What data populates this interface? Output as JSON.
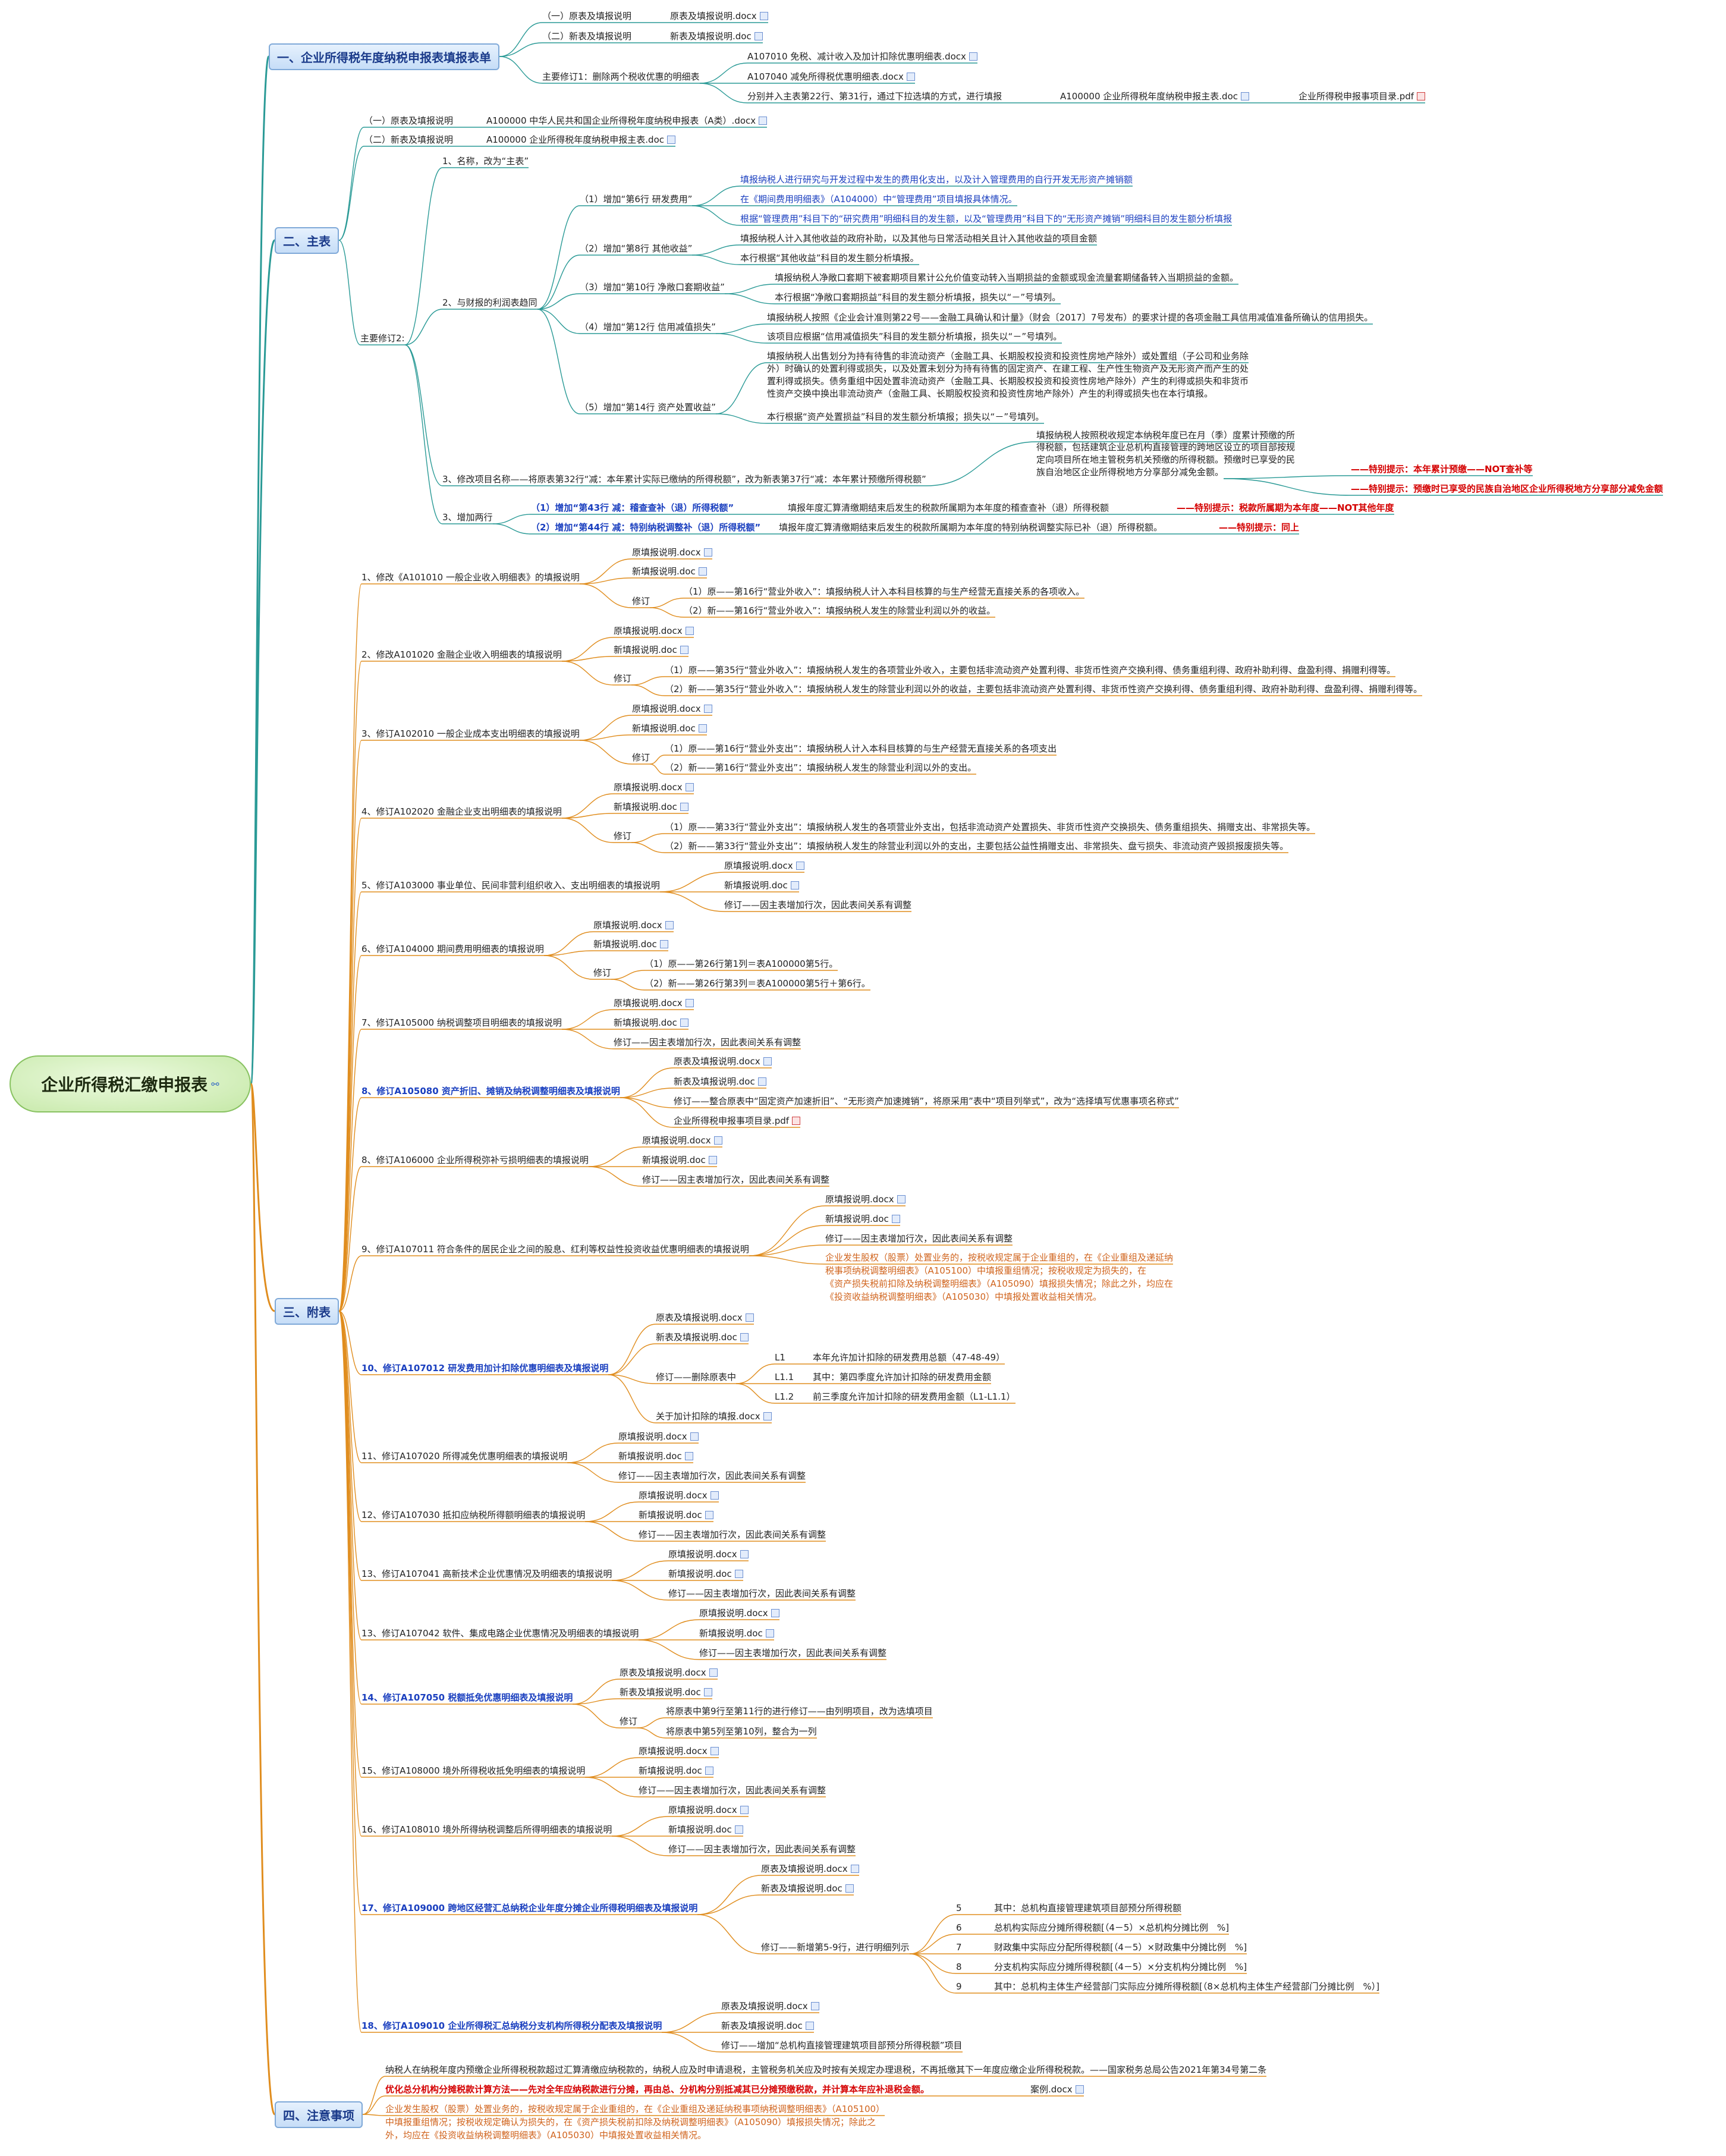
{
  "root": "企业所得税汇缴申报表",
  "sections": [
    {
      "id": "s1",
      "label": "一、企业所得税年度纳税申报表填报表单"
    },
    {
      "id": "s2",
      "label": "二、主表"
    },
    {
      "id": "s3",
      "label": "三、附表"
    },
    {
      "id": "s4",
      "label": "四、注意事项"
    }
  ],
  "nodes": [
    {
      "id": "n1",
      "text": "（一）原表及填报说明"
    },
    {
      "id": "n2",
      "text": "原表及填报说明.docx"
    },
    {
      "id": "n3",
      "text": "（二）新表及填报说明"
    },
    {
      "id": "n4",
      "text": "新表及填报说明.doc"
    },
    {
      "id": "n5",
      "text": "主要修订1：删除两个税收优惠的明细表"
    },
    {
      "id": "n6",
      "text": "A107010 免税、减计收入及加计扣除优惠明细表.docx"
    },
    {
      "id": "n7",
      "text": "A107040 减免所得税优惠明细表.docx"
    },
    {
      "id": "n8",
      "text": "分别并入主表第22行、第31行，通过下拉选填的方式，进行填报"
    },
    {
      "id": "n9",
      "text": "A100000 企业所得税年度纳税申报主表.doc"
    },
    {
      "id": "n10",
      "text": "企业所得税申报事项目录.pdf"
    },
    {
      "id": "m1",
      "text": "（一）原表及填报说明"
    },
    {
      "id": "m2",
      "text": "A100000 中华人民共和国企业所得税年度纳税申报表（A类）.docx"
    },
    {
      "id": "m3",
      "text": "（二）新表及填报说明"
    },
    {
      "id": "m4",
      "text": "A100000 企业所得税年度纳税申报主表.doc"
    },
    {
      "id": "m5",
      "text": "主要修订2:"
    },
    {
      "id": "m6",
      "text": "1、名称，改为“主表”"
    },
    {
      "id": "m7",
      "text": "2、与财报的利润表趋同"
    },
    {
      "id": "m8",
      "text": "（1）增加“第6行 研发费用”"
    },
    {
      "id": "m9",
      "text": "填报纳税人进行研究与开发过程中发生的费用化支出，以及计入管理费用的自行开发无形资产摊销额"
    },
    {
      "id": "m10",
      "text": "在《期间费用明细表》（A104000）中“管理费用”项目填报具体情况。"
    },
    {
      "id": "m11",
      "text": "根据“管理费用”科目下的“研究费用”明细科目的发生额，以及“管理费用”科目下的“无形资产摊销”明细科目的发生额分析填报"
    },
    {
      "id": "m12",
      "text": "（2）增加“第8行 其他收益”"
    },
    {
      "id": "m13",
      "text": "填报纳税人计入其他收益的政府补助，以及其他与日常活动相关且计入其他收益的项目金额"
    },
    {
      "id": "m14",
      "text": "本行根据“其他收益”科目的发生额分析填报。"
    },
    {
      "id": "m15",
      "text": "（3）增加“第10行 净敞口套期收益”"
    },
    {
      "id": "m16",
      "text": "填报纳税人净敞口套期下被套期项目累计公允价值变动转入当期损益的金额或现金流量套期储备转入当期损益的金额。"
    },
    {
      "id": "m17",
      "text": "本行根据“净敞口套期损益”科目的发生额分析填报，损失以“－”号填列。"
    },
    {
      "id": "m18",
      "text": "（4）增加“第12行 信用减值损失”"
    },
    {
      "id": "m19",
      "text": "填报纳税人按照《企业会计准则第22号——金融工具确认和计量》（财会〔2017〕7号发布）的要求计提的各项金融工具信用减值准备所确认的信用损失。"
    },
    {
      "id": "m20",
      "text": "该项目应根据“信用减值损失”科目的发生额分析填报，损失以“－”号填列。"
    },
    {
      "id": "m21",
      "text": "（5）增加“第14行 资产处置收益”"
    },
    {
      "id": "m22a",
      "text": "填报纳税人出售划分为持有待售的非流动资产（金融工具、长期股权投资和投资性房地产除外）或处置组（子公司和业务除"
    },
    {
      "id": "m22b",
      "text": "外）时确认的处置利得或损失，以及处置未划分为持有待售的固定资产、在建工程、生产性生物资产及无形资产而产生的处"
    },
    {
      "id": "m22c",
      "text": "置利得或损失。债务重组中因处置非流动资产（金融工具、长期股权投资和投资性房地产除外）产生的利得或损失和非货币"
    },
    {
      "id": "m22d",
      "text": "性资产交换中换出非流动资产（金融工具、长期股权投资和投资性房地产除外）产生的利得或损失也在本行填报。"
    },
    {
      "id": "m23",
      "text": "本行根据“资产处置损益”科目的发生额分析填报；损失以“－”号填列。"
    },
    {
      "id": "m24",
      "text": "3、修改项目名称——将原表第32行“减：本年累计实际已缴纳的所得税额”，改为新表第37行“减：本年累计预缴所得税额”"
    },
    {
      "id": "m25a",
      "text": "填报纳税人按照税收规定本纳税年度已在月（季）度累计预缴的所"
    },
    {
      "id": "m25b",
      "text": "得税额，包括建筑企业总机构直接管理的跨地区设立的项目部按规"
    },
    {
      "id": "m25c",
      "text": "定向项目所在地主管税务机关预缴的所得税额。预缴时已享受的民"
    },
    {
      "id": "m25d",
      "text": "族自治地区企业所得税地方分享部分减免金额。"
    },
    {
      "id": "m26",
      "text": "——特别提示：本年累计预缴——NOT查补等"
    },
    {
      "id": "m27",
      "text": "——特别提示：预缴时已享受的民族自治地区企业所得税地方分享部分减免金额"
    },
    {
      "id": "m28",
      "text": "3、增加两行"
    },
    {
      "id": "m29",
      "text": "（1）增加“第43行 减：稽查查补（退）所得税额”"
    },
    {
      "id": "m30",
      "text": "填报年度汇算清缴期结束后发生的税款所属期为本年度的稽查查补（退）所得税额"
    },
    {
      "id": "m31",
      "text": "——特别提示：税款所属期为本年度——NOT其他年度"
    },
    {
      "id": "m32",
      "text": "（2）增加“第44行 减：特别纳税调整补（退）所得税额”"
    },
    {
      "id": "m33",
      "text": "填报年度汇算清缴期结束后发生的税款所属期为本年度的特别纳税调整实际已补（退）所得税额。"
    },
    {
      "id": "m34",
      "text": "——特别提示：同上"
    },
    {
      "id": "a1",
      "text": "1、修改《A101010 一般企业收入明细表》的填报说明"
    },
    {
      "id": "a1a",
      "text": "原填报说明.docx"
    },
    {
      "id": "a1b",
      "text": "新填报说明.doc"
    },
    {
      "id": "a1c",
      "text": "修订"
    },
    {
      "id": "a1d",
      "text": "（1）原——第16行“营业外收入”：填报纳税人计入本科目核算的与生产经营无直接关系的各项收入。"
    },
    {
      "id": "a1e",
      "text": "（2）新——第16行“营业外收入”：填报纳税人发生的除营业利润以外的收益。"
    },
    {
      "id": "a2",
      "text": "2、修改A101020 金融企业收入明细表的填报说明"
    },
    {
      "id": "a2a",
      "text": "原填报说明.docx"
    },
    {
      "id": "a2b",
      "text": "新填报说明.doc"
    },
    {
      "id": "a2c",
      "text": "修订"
    },
    {
      "id": "a2d",
      "text": "（1）原——第35行“营业外收入”：填报纳税人发生的各项营业外收入，主要包括非流动资产处置利得、非货币性资产交换利得、债务重组利得、政府补助利得、盘盈利得、捐赠利得等。"
    },
    {
      "id": "a2e",
      "text": "（2）新——第35行“营业外收入”：填报纳税人发生的除营业利润以外的收益，主要包括非流动资产处置利得、非货币性资产交换利得、债务重组利得、政府补助利得、盘盈利得、捐赠利得等。"
    },
    {
      "id": "a3",
      "text": "3、修订A102010 一般企业成本支出明细表的填报说明"
    },
    {
      "id": "a3a",
      "text": "原填报说明.docx"
    },
    {
      "id": "a3b",
      "text": "新填报说明.doc"
    },
    {
      "id": "a3c",
      "text": "修订"
    },
    {
      "id": "a3d",
      "text": "（1）原——第16行“营业外支出”：填报纳税人计入本科目核算的与生产经营无直接关系的各项支出"
    },
    {
      "id": "a3e",
      "text": "（2）新——第16行“营业外支出”：填报纳税人发生的除营业利润以外的支出。"
    },
    {
      "id": "a4",
      "text": "4、修订A102020 金融企业支出明细表的填报说明"
    },
    {
      "id": "a4a",
      "text": "原填报说明.docx"
    },
    {
      "id": "a4b",
      "text": "新填报说明.doc"
    },
    {
      "id": "a4c",
      "text": "修订"
    },
    {
      "id": "a4d",
      "text": "（1）原——第33行“营业外支出”：填报纳税人发生的各项营业外支出，包括非流动资产处置损失、非货币性资产交换损失、债务重组损失、捐赠支出、非常损失等。"
    },
    {
      "id": "a4e",
      "text": "（2）新——第33行“营业外支出”：填报纳税人发生的除营业利润以外的支出，主要包括公益性捐赠支出、非常损失、盘亏损失、非流动资产毁损报废损失等。"
    },
    {
      "id": "a5",
      "text": "5、修订A103000 事业单位、民间非营利组织收入、支出明细表的填报说明"
    },
    {
      "id": "a5a",
      "text": "原填报说明.docx"
    },
    {
      "id": "a5b",
      "text": "新填报说明.doc"
    },
    {
      "id": "a5c",
      "text": "修订——因主表增加行次，因此表间关系有调整"
    },
    {
      "id": "a6",
      "text": "6、修订A104000 期间费用明细表的填报说明"
    },
    {
      "id": "a6a",
      "text": "原填报说明.docx"
    },
    {
      "id": "a6b",
      "text": "新填报说明.doc"
    },
    {
      "id": "a6c",
      "text": "修订"
    },
    {
      "id": "a6d",
      "text": "（1）原——第26行第1列＝表A100000第5行。"
    },
    {
      "id": "a6e",
      "text": "（2）新——第26行第3列＝表A100000第5行＋第6行。"
    },
    {
      "id": "a7",
      "text": "7、修订A105000 纳税调整项目明细表的填报说明"
    },
    {
      "id": "a7a",
      "text": "原填报说明.docx"
    },
    {
      "id": "a7b",
      "text": "新填报说明.doc"
    },
    {
      "id": "a7c",
      "text": "修订——因主表增加行次，因此表间关系有调整"
    },
    {
      "id": "a8",
      "text": "8、修订A105080 资产折旧、摊销及纳税调整明细表及填报说明"
    },
    {
      "id": "a8a",
      "text": "原表及填报说明.docx"
    },
    {
      "id": "a8b",
      "text": "新表及填报说明.doc"
    },
    {
      "id": "a8c",
      "text": "修订——整合原表中“固定资产加速折旧”、“无形资产加速摊销”，将原采用”表中“项目列举式”，改为“选择填写优惠事项名称式”"
    },
    {
      "id": "a8d",
      "text": "企业所得税申报事项目录.pdf"
    },
    {
      "id": "a9",
      "text": "8、修订A106000 企业所得税弥补亏损明细表的填报说明"
    },
    {
      "id": "a9a",
      "text": "原填报说明.docx"
    },
    {
      "id": "a9b",
      "text": "新填报说明.doc"
    },
    {
      "id": "a9c",
      "text": "修订——因主表增加行次，因此表间关系有调整"
    },
    {
      "id": "a10",
      "text": "9、修订A107011 符合条件的居民企业之间的股息、红利等权益性投资收益优惠明细表的填报说明"
    },
    {
      "id": "a10a",
      "text": "原填报说明.docx"
    },
    {
      "id": "a10b",
      "text": "新填报说明.doc"
    },
    {
      "id": "a10c",
      "text": "修订——因主表增加行次，因此表间关系有调整"
    },
    {
      "id": "a10d1",
      "text": "企业发生股权（股票）处置业务的，按税收规定属于企业重组的，在《企业重组及递延纳"
    },
    {
      "id": "a10d2",
      "text": "税事项纳税调整明细表》（A105100）中填报重组情况；按税收规定为损失的，在"
    },
    {
      "id": "a10d3",
      "text": "《资产损失税前扣除及纳税调整明细表》（A105090）填报损失情况；除此之外，均应在"
    },
    {
      "id": "a10d4",
      "text": "《投资收益纳税调整明细表》（A105030）中填报处置收益相关情况。"
    },
    {
      "id": "a11",
      "text": "10、修订A107012 研发费用加计扣除优惠明细表及填报说明"
    },
    {
      "id": "a11a",
      "text": "原表及填报说明.docx"
    },
    {
      "id": "a11b",
      "text": "新表及填报说明.doc"
    },
    {
      "id": "a11c",
      "text": "修订——删除原表中"
    },
    {
      "id": "a11d",
      "text": "L1"
    },
    {
      "id": "a11e",
      "text": "本年允许加计扣除的研发费用总额（47-48-49）"
    },
    {
      "id": "a11f",
      "text": "L1.1"
    },
    {
      "id": "a11g",
      "text": "其中：第四季度允许加计扣除的研发费用金额"
    },
    {
      "id": "a11h",
      "text": "L1.2"
    },
    {
      "id": "a11i",
      "text": "前三季度允许加计扣除的研发费用金额（L1-L1.1）"
    },
    {
      "id": "a11j",
      "text": "关于加计扣除的填报.docx"
    },
    {
      "id": "a12",
      "text": "11、修订A107020 所得减免优惠明细表的填报说明"
    },
    {
      "id": "a12a",
      "text": "原填报说明.docx"
    },
    {
      "id": "a12b",
      "text": "新填报说明.doc"
    },
    {
      "id": "a12c",
      "text": "修订——因主表增加行次，因此表间关系有调整"
    },
    {
      "id": "a13",
      "text": "12、修订A107030 抵扣应纳税所得额明细表的填报说明"
    },
    {
      "id": "a13a",
      "text": "原填报说明.docx"
    },
    {
      "id": "a13b",
      "text": "新填报说明.doc"
    },
    {
      "id": "a13c",
      "text": "修订——因主表增加行次，因此表间关系有调整"
    },
    {
      "id": "a14",
      "text": "13、修订A107041 高新技术企业优惠情况及明细表的填报说明"
    },
    {
      "id": "a14a",
      "text": "原填报说明.docx"
    },
    {
      "id": "a14b",
      "text": "新填报说明.doc"
    },
    {
      "id": "a14c",
      "text": "修订——因主表增加行次，因此表间关系有调整"
    },
    {
      "id": "a15",
      "text": "13、修订A107042 软件、集成电路企业优惠情况及明细表的填报说明"
    },
    {
      "id": "a15a",
      "text": "原填报说明.docx"
    },
    {
      "id": "a15b",
      "text": "新填报说明.doc"
    },
    {
      "id": "a15c",
      "text": "修订——因主表增加行次，因此表间关系有调整"
    },
    {
      "id": "a16",
      "text": "14、修订A107050 税额抵免优惠明细表及填报说明"
    },
    {
      "id": "a16a",
      "text": "原表及填报说明.docx"
    },
    {
      "id": "a16b",
      "text": "新表及填报说明.doc"
    },
    {
      "id": "a16c",
      "text": "修订"
    },
    {
      "id": "a16d",
      "text": "将原表中第9行至第11行的进行修订——由列明项目，改为选填项目"
    },
    {
      "id": "a16e",
      "text": "将原表中第5列至第10列，整合为一列"
    },
    {
      "id": "a17",
      "text": "15、修订A108000 境外所得税收抵免明细表的填报说明"
    },
    {
      "id": "a17a",
      "text": "原填报说明.docx"
    },
    {
      "id": "a17b",
      "text": "新填报说明.doc"
    },
    {
      "id": "a17c",
      "text": "修订——因主表增加行次，因此表间关系有调整"
    },
    {
      "id": "a18",
      "text": "16、修订A108010 境外所得纳税调整后所得明细表的填报说明"
    },
    {
      "id": "a18a",
      "text": "原填报说明.docx"
    },
    {
      "id": "a18b",
      "text": "新填报说明.doc"
    },
    {
      "id": "a18c",
      "text": "修订——因主表增加行次，因此表间关系有调整"
    },
    {
      "id": "a19",
      "text": "17、修订A109000 跨地区经营汇总纳税企业年度分摊企业所得税明细表及填报说明"
    },
    {
      "id": "a19a",
      "text": "原表及填报说明.docx"
    },
    {
      "id": "a19b",
      "text": "新表及填报说明.doc"
    },
    {
      "id": "a19c",
      "text": "修订——新增第5-9行，进行明细列示"
    },
    {
      "id": "a19d",
      "text": "5"
    },
    {
      "id": "a19e",
      "text": "其中：总机构直接管理建筑项目部预分所得税额"
    },
    {
      "id": "a19f",
      "text": "6"
    },
    {
      "id": "a19g",
      "text": "总机构实际应分摊所得税额[（4－5）×总机构分摊比例　%]"
    },
    {
      "id": "a19h",
      "text": "7"
    },
    {
      "id": "a19i",
      "text": "财政集中实际应分配所得税额[（4－5）×财政集中分摊比例　%]"
    },
    {
      "id": "a19j",
      "text": "8"
    },
    {
      "id": "a19k",
      "text": "分支机构实际应分摊所得税额[（4－5）×分支机构分摊比例　%]"
    },
    {
      "id": "a19l",
      "text": "9"
    },
    {
      "id": "a19m",
      "text": "其中：总机构主体生产经营部门实际应分摊所得税额[（8×总机构主体生产经营部门分摊比例　%）]"
    },
    {
      "id": "a20",
      "text": "18、修订A109010 企业所得税汇总纳税分支机构所得税分配表及填报说明"
    },
    {
      "id": "a20a",
      "text": "原表及填报说明.docx"
    },
    {
      "id": "a20b",
      "text": "新表及填报说明.doc"
    },
    {
      "id": "a20c",
      "text": "修订——增加“总机构直接管理建筑项目部预分所得税额”项目"
    },
    {
      "id": "z1",
      "text": "纳税人在纳税年度内预缴企业所得税税款超过汇算清缴应纳税款的，纳税人应及时申请退税，主管税务机关应及时按有关规定办理退税，不再抵缴其下一年度应缴企业所得税税款。——国家税务总局公告2021年第34号第二条"
    },
    {
      "id": "z2",
      "text": "优化总分机构分摊税款计算方法——先对全年应纳税款进行分摊，再由总、分机构分别抵减其已分摊预缴税款，并计算本年应补退税金额。"
    },
    {
      "id": "z3",
      "text": "案例.docx"
    },
    {
      "id": "z4a",
      "text": "企业发生股权（股票）处置业务的，按税收规定属于企业重组的，在《企业重组及递延纳税事项纳税调整明细表》（A105100）"
    },
    {
      "id": "z4b",
      "text": "中填报重组情况；按税收规定确认为损失的，在《资产损失税前扣除及纳税调整明细表》（A105090）填报损失情况；除此之"
    },
    {
      "id": "z4c",
      "text": "外，均应在《投资收益纳税调整明细表》（A105030）中填报处置收益相关情况。"
    }
  ]
}
